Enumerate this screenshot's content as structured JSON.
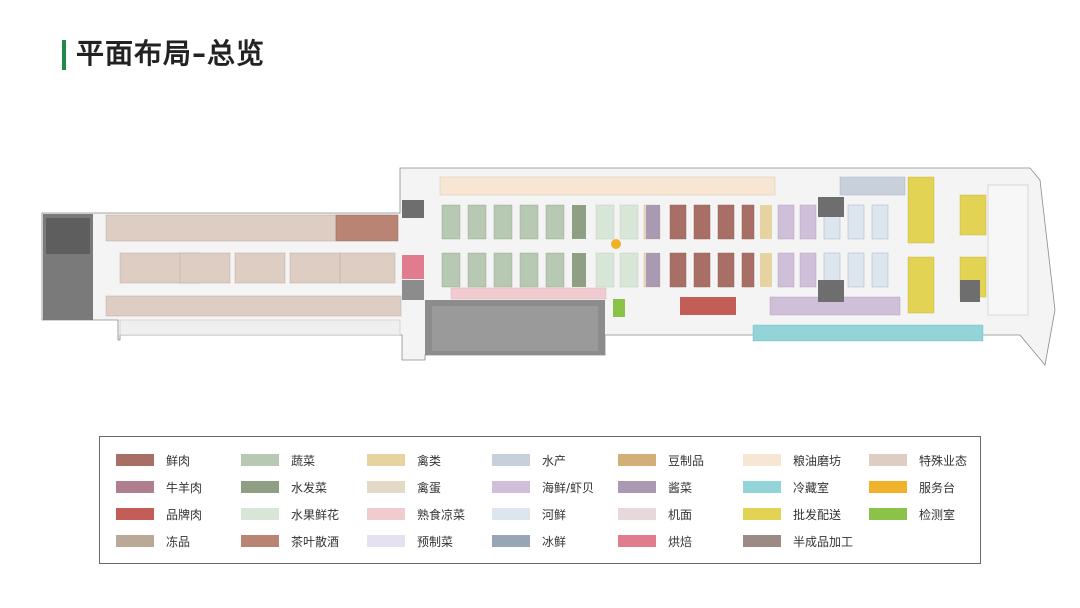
{
  "title": "平面布局–总览",
  "colors": {
    "accent": "#1f8a4c"
  },
  "legend": [
    {
      "label": "鲜肉",
      "color": "#a86f66"
    },
    {
      "label": "蔬菜",
      "color": "#b7c9b2"
    },
    {
      "label": "禽类",
      "color": "#e6d3a0"
    },
    {
      "label": "水产",
      "color": "#c7d0db"
    },
    {
      "label": "豆制品",
      "color": "#d4ae78"
    },
    {
      "label": "粮油磨坊",
      "color": "#f6e6d3"
    },
    {
      "label": "特殊业态",
      "color": "#ddcdc2"
    },
    {
      "label": "牛羊肉",
      "color": "#b07f8f"
    },
    {
      "label": "水发菜",
      "color": "#8e9f84"
    },
    {
      "label": "禽蛋",
      "color": "#e2dac7"
    },
    {
      "label": "海鲜/虾贝",
      "color": "#cfbfd8"
    },
    {
      "label": "酱菜",
      "color": "#a99ab2"
    },
    {
      "label": "冷藏室",
      "color": "#92d4d8"
    },
    {
      "label": "服务台",
      "color": "#f0b22a"
    },
    {
      "label": "品牌肉",
      "color": "#c35d57"
    },
    {
      "label": "水果鲜花",
      "color": "#d8e6d8"
    },
    {
      "label": "熟食凉菜",
      "color": "#f0ccd1"
    },
    {
      "label": "河鲜",
      "color": "#dde6ee"
    },
    {
      "label": "机面",
      "color": "#e8d8dc"
    },
    {
      "label": "批发配送",
      "color": "#e3d354"
    },
    {
      "label": "检测室",
      "color": "#8bc34a"
    },
    {
      "label": "冻品",
      "color": "#bba998"
    },
    {
      "label": "茶叶散酒",
      "color": "#b98473"
    },
    {
      "label": "预制菜",
      "color": "#e6e1f0"
    },
    {
      "label": "冰鲜",
      "color": "#98a5b6"
    },
    {
      "label": "烘焙",
      "color": "#e17b8e"
    },
    {
      "label": "半成品加工",
      "color": "#9c8b84"
    }
  ]
}
